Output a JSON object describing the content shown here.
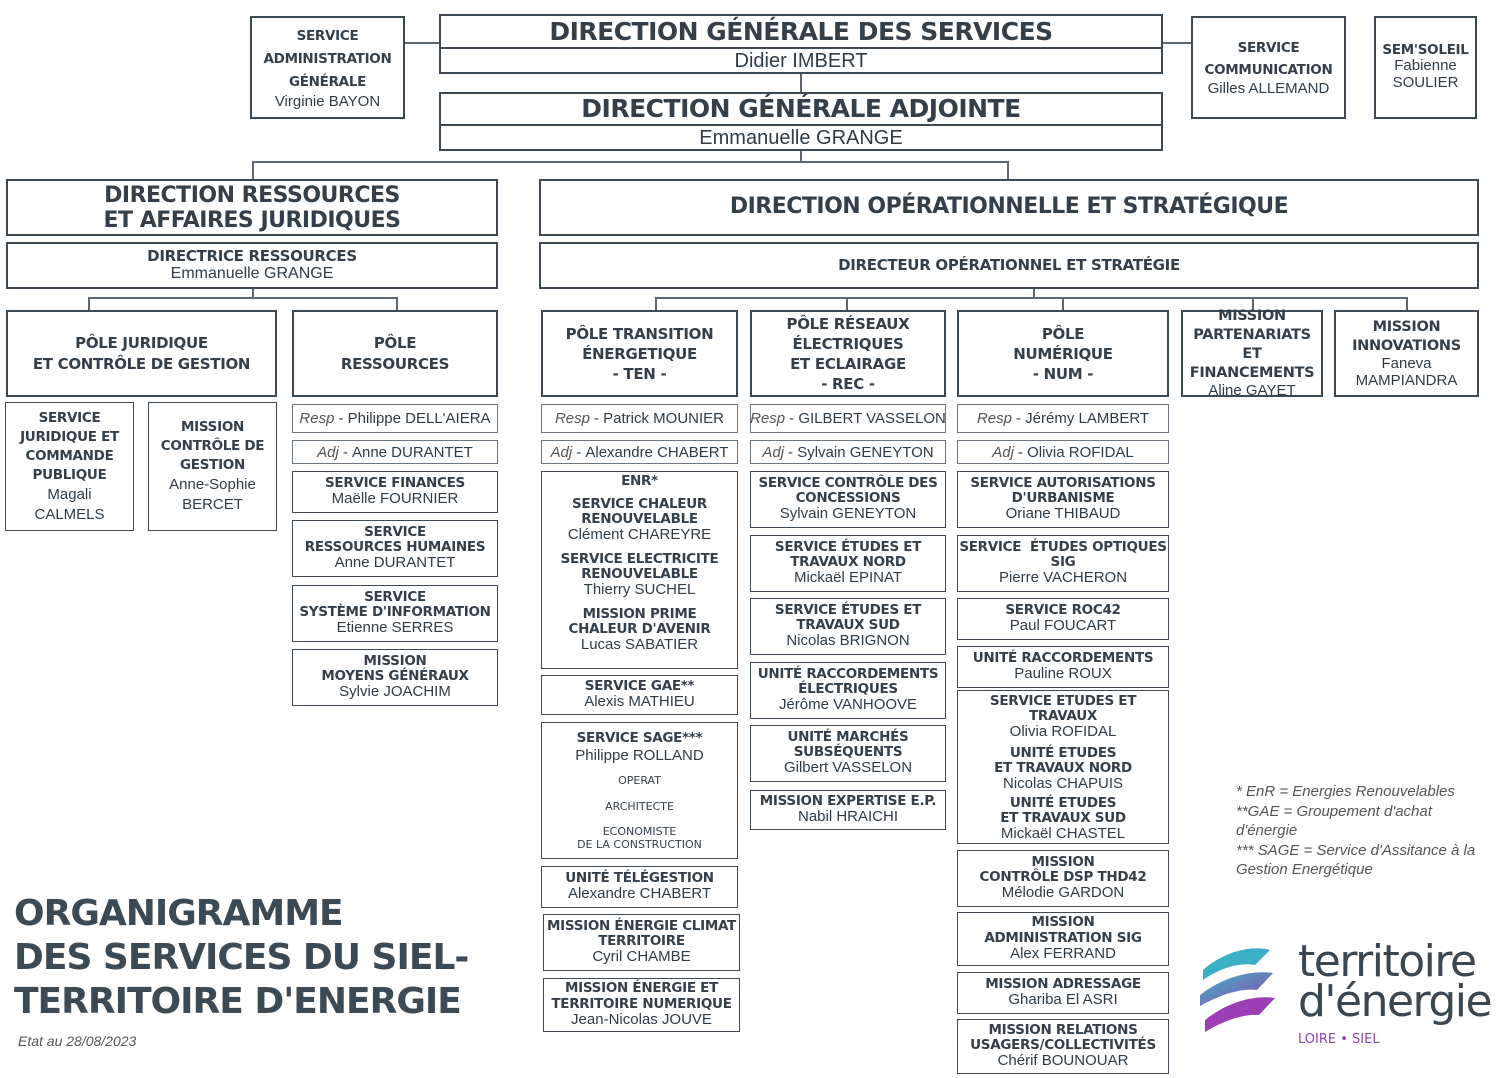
{
  "dgs": {
    "title": "DIRECTION GÉNÉRALE DES SERVICES",
    "name": "Didier IMBERT"
  },
  "dga": {
    "title": "DIRECTION GÉNÉRALE ADJOINTE",
    "name": "Emmanuelle GRANGE"
  },
  "admin": {
    "title": "SERVICE ADMINISTRATION GÉNÉRALE",
    "name": "Virginie BAYON"
  },
  "comm": {
    "title": "SERVICE COMMUNICATION",
    "name": "Gilles ALLEMAND"
  },
  "sem": {
    "title": "SEM'SOLEIL",
    "name1": "Fabienne",
    "name2": "SOULIER"
  },
  "draj": {
    "title1": "DIRECTION RESSOURCES",
    "title2": "ET AFFAIRES JURIDIQUES",
    "sub_title": "DIRECTRICE RESSOURCES",
    "sub_name": "Emmanuelle GRANGE"
  },
  "dos": {
    "title": "DIRECTION OPÉRATIONNELLE ET STRATÉGIQUE",
    "sub_title": "DIRECTEUR OPÉRATIONNEL ET STRATÉGIE"
  },
  "pole_jur": {
    "title1": "PÔLE JURIDIQUE",
    "title2": "ET CONTRÔLE DE GESTION"
  },
  "pole_res": {
    "title1": "PÔLE",
    "title2": "RESSOURCES"
  },
  "serv_jur": {
    "t1": "SERVICE",
    "t2": "JURIDIQUE ET",
    "t3": "COMMANDE",
    "t4": "PUBLIQUE",
    "n1": "Magali",
    "n2": "CALMELS"
  },
  "mission_ctrl": {
    "t1": "MISSION",
    "t2": "CONTRÔLE DE",
    "t3": "GESTION",
    "n1": "Anne-Sophie",
    "n2": "BERCET"
  },
  "res": {
    "resp_label": "Resp",
    "resp": "Philippe DELL'AIERA",
    "adj_label": "Adj",
    "adj": "Anne DURANTET",
    "items": [
      {
        "t": "SERVICE FINANCES",
        "n": "Maëlle FOURNIER"
      },
      {
        "t1": "SERVICE",
        "t2": "RESSOURCES HUMAINES",
        "n": "Anne DURANTET"
      },
      {
        "t1": "SERVICE",
        "t2": "SYSTÈME D'INFORMATION",
        "n": "Etienne SERRES"
      },
      {
        "t1": "MISSION",
        "t2": "MOYENS GÉNÉRAUX",
        "n": "Sylvie JOACHIM"
      }
    ]
  },
  "ten": {
    "title1": "PÔLE TRANSITION",
    "title2": "ÉNERGETIQUE",
    "title3": "- TEN -",
    "resp_label": "Resp",
    "resp": "Patrick MOUNIER",
    "adj_label": "Adj",
    "adj": "Alexandre CHABERT",
    "enr": "ENR*",
    "chaleur_t1": "SERVICE CHALEUR",
    "chaleur_t2": "RENOUVELABLE",
    "chaleur_n": "Clément CHAREYRE",
    "elec_t1": "SERVICE ELECTRICITE",
    "elec_t2": "RENOUVELABLE",
    "elec_n": "Thierry SUCHEL",
    "prime_t1": "MISSION PRIME",
    "prime_t2": "CHALEUR D'AVENIR",
    "prime_n": "Lucas SABATIER",
    "gae_t": "SERVICE GAE**",
    "gae_n": "Alexis MATHIEU",
    "sage_t": "SERVICE SAGE***",
    "sage_n": "Philippe ROLLAND",
    "sage_s1": "OPERAT",
    "sage_s2": "ARCHITECTE",
    "sage_s3": "ECONOMISTE",
    "sage_s4": "DE LA CONSTRUCTION",
    "tele_t": "UNITÉ TÉLÉGESTION",
    "tele_n": "Alexandre CHABERT",
    "clim_t1": "MISSION ÉNERGIE CLIMAT",
    "clim_t2": "TERRITOIRE",
    "clim_n": "Cyril CHAMBE",
    "etn_t1": "MISSION ÉNERGIE ET",
    "etn_t2": "TERRITOIRE NUMERIQUE",
    "etn_n": "Jean-Nicolas JOUVE"
  },
  "rec": {
    "title1": "PÔLE RÉSEAUX",
    "title2": "ÉLECTRIQUES",
    "title3": "ET ECLAIRAGE",
    "title4": "- REC -",
    "resp_label": "Resp",
    "resp": "GILBERT VASSELON",
    "adj_label": "Adj",
    "adj": "Sylvain GENEYTON",
    "items": [
      {
        "t1": "SERVICE CONTRÔLE DES",
        "t2": "CONCESSIONS",
        "n": "Sylvain GENEYTON"
      },
      {
        "t1": "SERVICE ÉTUDES ET",
        "t2": "TRAVAUX NORD",
        "n": "Mickaël EPINAT"
      },
      {
        "t1": "SERVICE ÉTUDES ET",
        "t2": "TRAVAUX SUD",
        "n": "Nicolas BRIGNON"
      },
      {
        "t1": "UNITÉ RACCORDEMENTS",
        "t2": "ÉLECTRIQUES",
        "n": "Jérôme VANHOOVE"
      },
      {
        "t1": "UNITÉ MARCHÉS",
        "t2": "SUBSÉQUENTS",
        "n": "Gilbert VASSELON"
      },
      {
        "t1": "MISSION EXPERTISE E.P.",
        "t2": "",
        "n": "Nabil HRAICHI"
      }
    ]
  },
  "num": {
    "title1": "PÔLE",
    "title2": "NUMÉRIQUE",
    "title3": "- NUM -",
    "resp_label": "Resp",
    "resp": "Jérémy LAMBERT",
    "adj_label": "Adj",
    "adj": "Olivia ROFIDAL",
    "items": [
      {
        "t1": "SERVICE AUTORISATIONS",
        "t2": "D'URBANISME",
        "n": "Oriane THIBAUD"
      },
      {
        "t1": "SERVICE  ÉTUDES OPTIQUES",
        "t2": "SIG",
        "n": "Pierre VACHERON"
      },
      {
        "t1": "SERVICE ROC42",
        "t2": "",
        "n": "Paul FOUCART"
      },
      {
        "t1": "UNITÉ RACCORDEMENTS",
        "t2": "",
        "n": "Pauline ROUX"
      }
    ],
    "et_t": "SERVICE ETUDES ET TRAVAUX",
    "et_n": "Olivia ROFIDAL",
    "etn_t1": "UNITÉ ETUDES",
    "etn_t2": "ET TRAVAUX NORD",
    "etn_n": "Nicolas CHAPUIS",
    "ets_t1": "UNITÉ ETUDES",
    "ets_t2": "ET TRAVAUX SUD",
    "ets_n": "Mickaël CHASTEL",
    "items2": [
      {
        "t1": "MISSION",
        "t2": "CONTRÔLE DSP THD42",
        "n": "Mélodie GARDON"
      },
      {
        "t1": "MISSION",
        "t2": "ADMINISTRATION SIG",
        "n": "Alex FERRAND"
      },
      {
        "t1": "MISSION ADRESSAGE",
        "t2": "",
        "n": "Ghariba El ASRI"
      },
      {
        "t1": "MISSION RELATIONS",
        "t2": "USAGERS/COLLECTIVITÉS",
        "n": "Chérif BOUNOUAR"
      }
    ]
  },
  "mission_part": {
    "t1": "MISSION",
    "t2": "PARTENARIATS ET",
    "t3": "FINANCEMENTS",
    "n": "Aline GAYET"
  },
  "mission_innov": {
    "t1": "MISSION",
    "t2": "INNOVATIONS",
    "n1": "Faneva",
    "n2": "MAMPIANDRA"
  },
  "notes": {
    "l1": "* EnR = Energies Renouvelables",
    "l2": "**GAE = Groupement d'achat d'énergie",
    "l3": "*** SAGE = Service d'Assitance à la Gestion Energétique"
  },
  "page_title": {
    "l1": "ORGANIGRAMME",
    "l2": "DES SERVICES DU SIEL-",
    "l3": "TERRITOIRE D'ENERGIE"
  },
  "date": "Etat au 28/08/2023",
  "logo": {
    "l1": "territoire",
    "l2": "d'énergie",
    "sub": "LOIRE • SIEL"
  }
}
